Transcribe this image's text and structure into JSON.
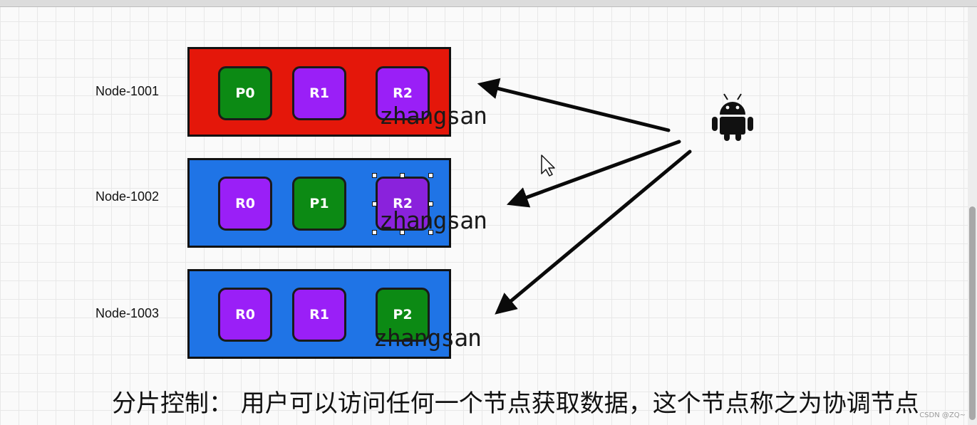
{
  "nodes": [
    {
      "label": "Node-1001",
      "partitions": [
        "P0",
        "R1",
        "R2"
      ],
      "user": "zhangsan"
    },
    {
      "label": "Node-1002",
      "partitions": [
        "R0",
        "P1",
        "R2"
      ],
      "user": "zhangsan"
    },
    {
      "label": "Node-1003",
      "partitions": [
        "R0",
        "R1",
        "P2"
      ],
      "user": "zhangsan"
    }
  ],
  "caption": "分片控制： 用户可以访问任何一个节点获取数据，这个节点称之为协调节点",
  "watermark": "CSDN @ZQ~",
  "colors": {
    "leader_node": "#e4170a",
    "follower_node": "#1f74e6",
    "primary_partition": "#0c8a14",
    "replica_partition": "#9a1ff7"
  },
  "icons": {
    "client": "android-icon",
    "pointer": "mouse-cursor-icon"
  }
}
